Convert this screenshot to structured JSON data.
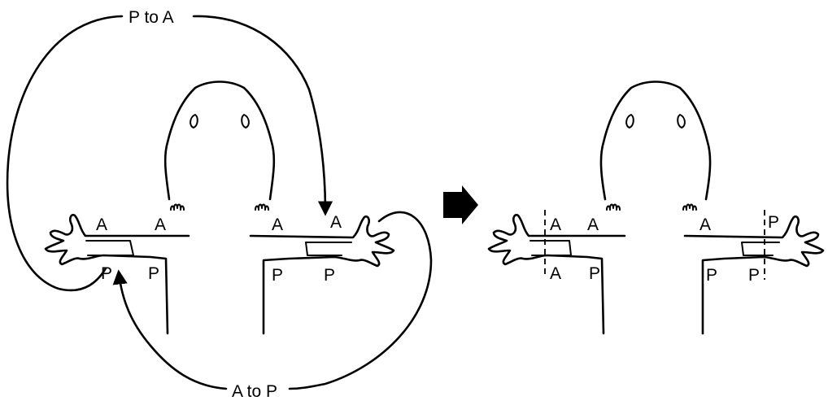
{
  "arrows": {
    "top_label": "P to A",
    "bottom_label": "A to P"
  },
  "before": {
    "left_limb": {
      "upper_labels": [
        "A",
        "A"
      ],
      "lower_labels": [
        "P",
        "P"
      ]
    },
    "right_limb": {
      "upper_labels": [
        "A",
        "A"
      ],
      "lower_labels": [
        "P",
        "P"
      ]
    }
  },
  "after": {
    "left_limb": {
      "upper_labels": [
        "A",
        "A"
      ],
      "lower_labels": [
        "A",
        "P"
      ]
    },
    "right_limb": {
      "upper_labels": [
        "A",
        "P"
      ],
      "lower_labels": [
        "P",
        "P"
      ]
    }
  },
  "colors": {
    "ink": "#000000",
    "background": "#ffffff"
  }
}
